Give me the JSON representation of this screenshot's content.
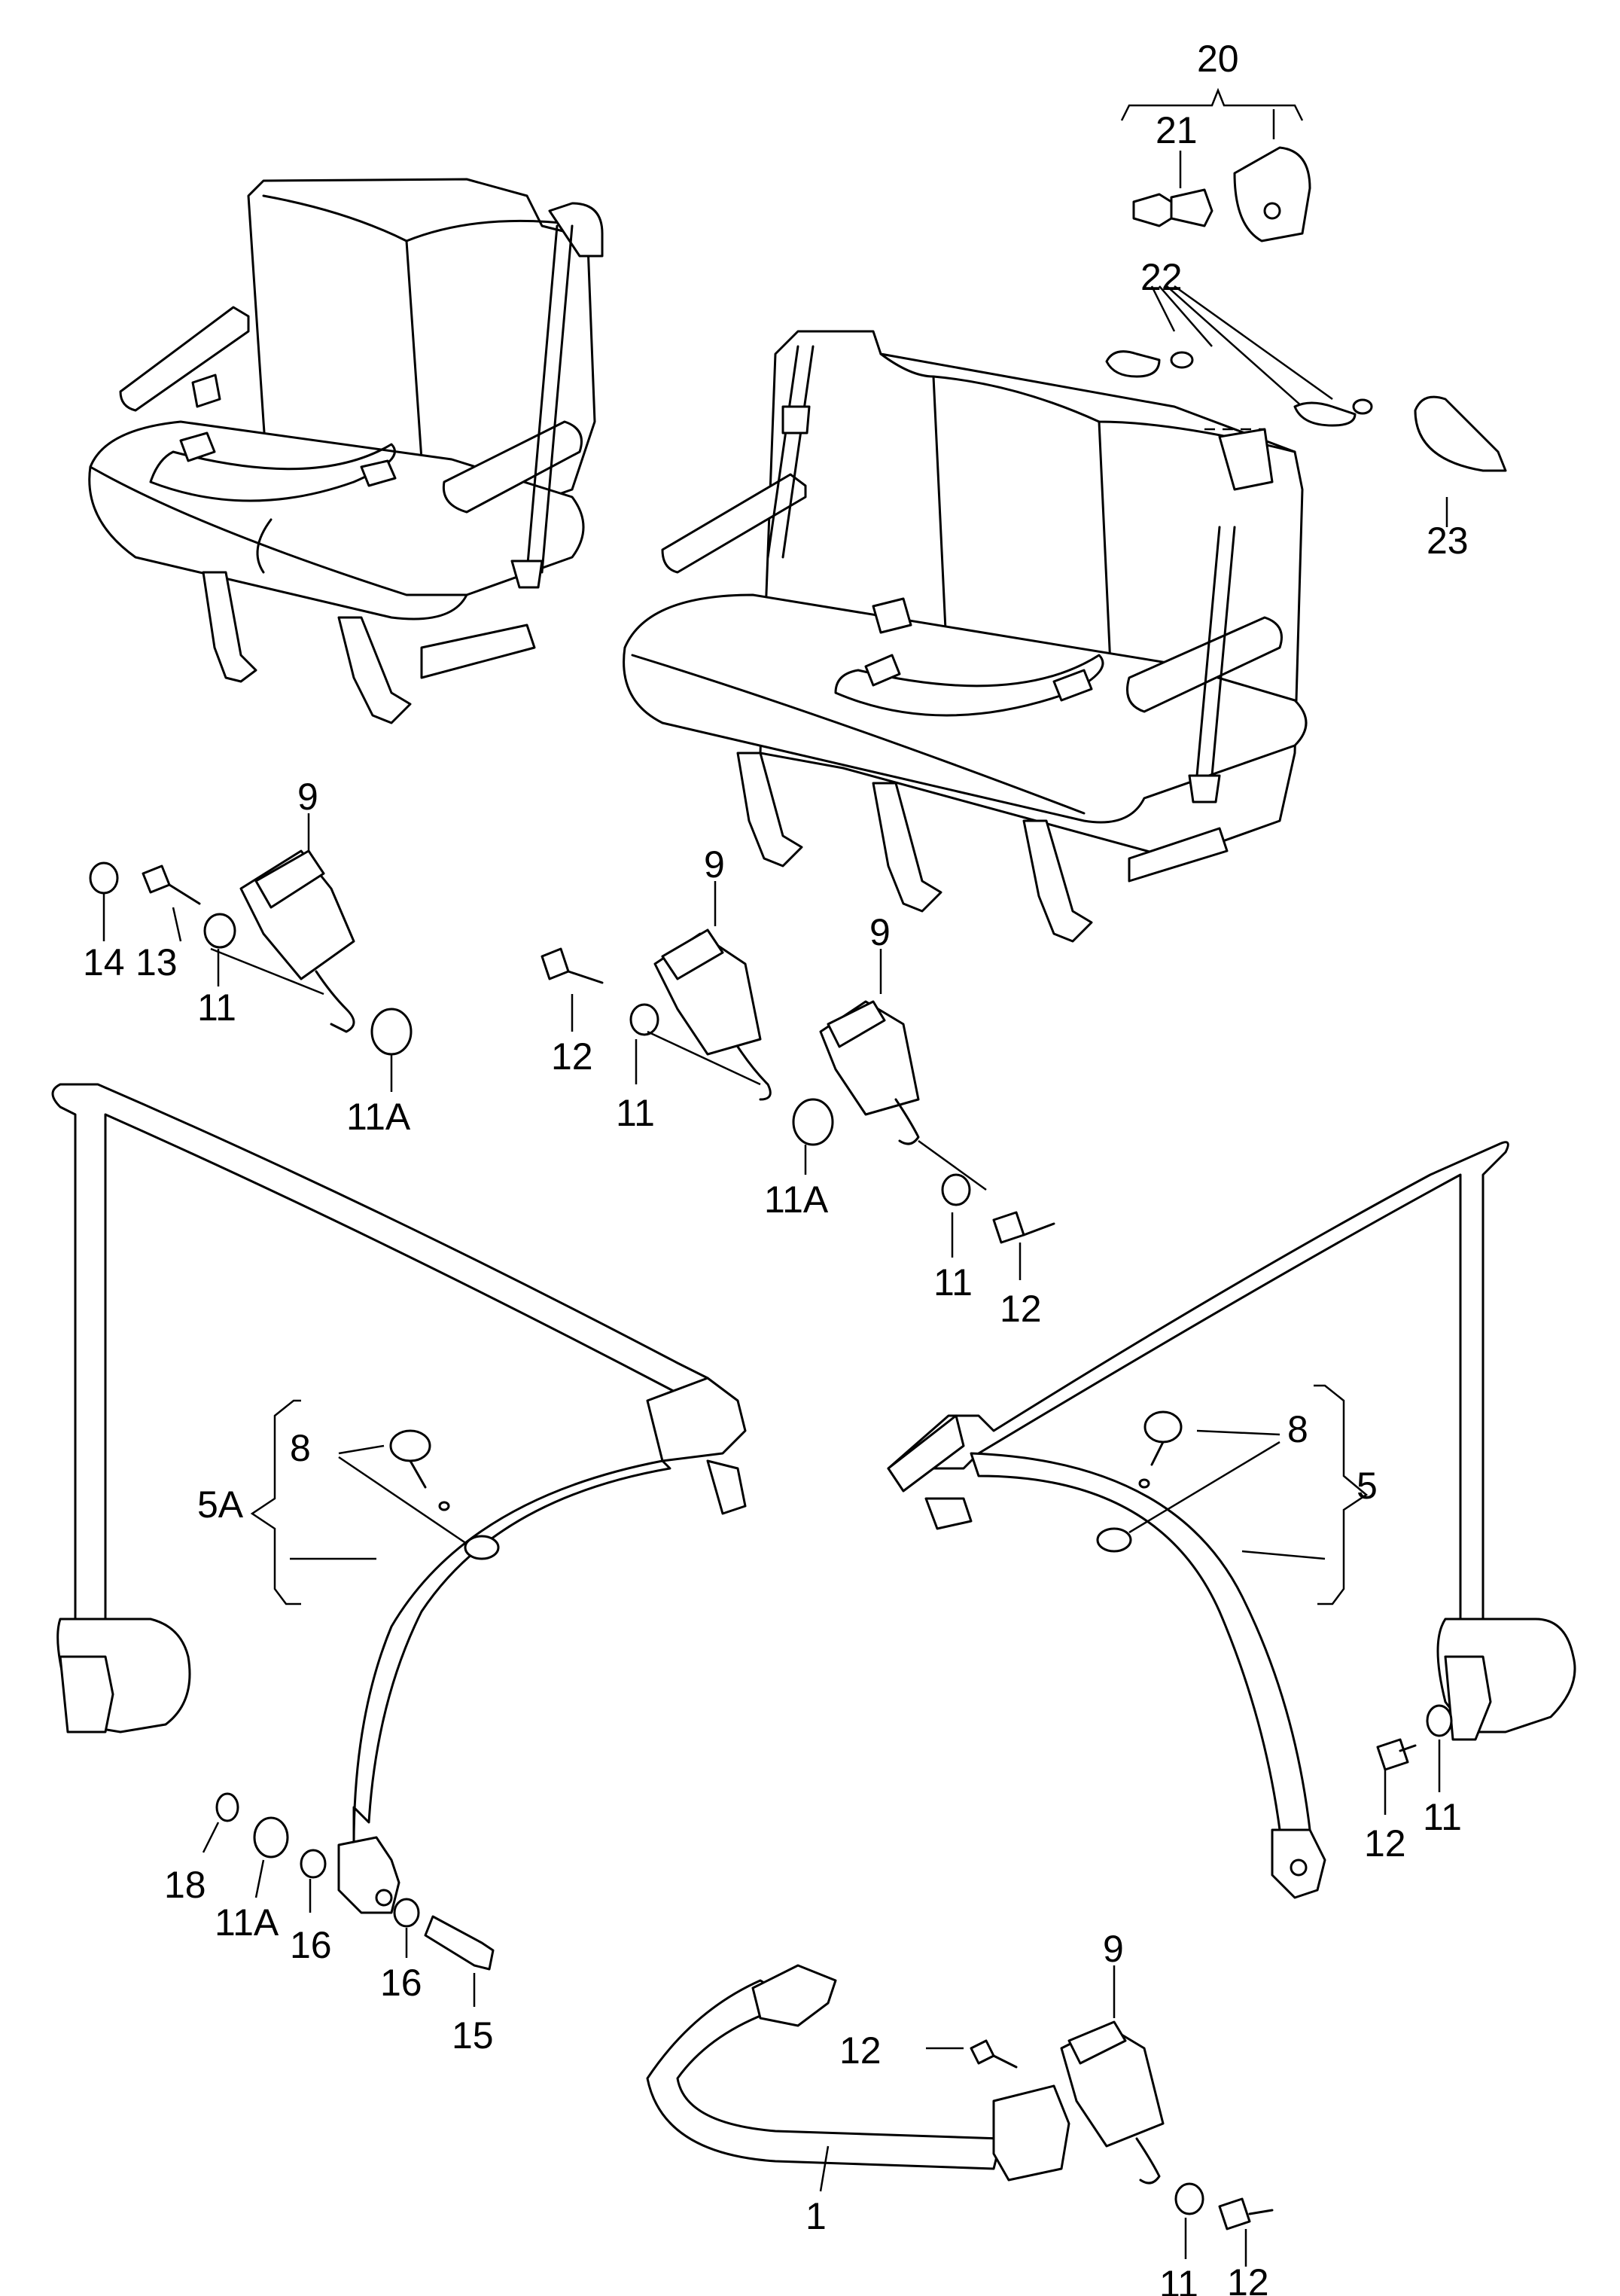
{
  "callouts": [
    {
      "id": "c20",
      "text": "20"
    },
    {
      "id": "c21",
      "text": "21"
    },
    {
      "id": "c22",
      "text": "22"
    },
    {
      "id": "c23",
      "text": "23"
    },
    {
      "id": "c9a",
      "text": "9"
    },
    {
      "id": "c14",
      "text": "14"
    },
    {
      "id": "c13",
      "text": "13"
    },
    {
      "id": "c11a",
      "text": "11"
    },
    {
      "id": "c11Aa",
      "text": "11A"
    },
    {
      "id": "c9b",
      "text": "9"
    },
    {
      "id": "c9c",
      "text": "9"
    },
    {
      "id": "c12a",
      "text": "12"
    },
    {
      "id": "c11b",
      "text": "11"
    },
    {
      "id": "c11Ab",
      "text": "11A"
    },
    {
      "id": "c11c",
      "text": "11"
    },
    {
      "id": "c12b",
      "text": "12"
    },
    {
      "id": "c8a",
      "text": "8"
    },
    {
      "id": "c5A",
      "text": "5A"
    },
    {
      "id": "c8b",
      "text": "8"
    },
    {
      "id": "c5",
      "text": "5"
    },
    {
      "id": "c18",
      "text": "18"
    },
    {
      "id": "c11Ac",
      "text": "11A"
    },
    {
      "id": "c16a",
      "text": "16"
    },
    {
      "id": "c16b",
      "text": "16"
    },
    {
      "id": "c15",
      "text": "15"
    },
    {
      "id": "c12c",
      "text": "12"
    },
    {
      "id": "c11d",
      "text": "11"
    },
    {
      "id": "c9d",
      "text": "9"
    },
    {
      "id": "c12d",
      "text": "12"
    },
    {
      "id": "c1",
      "text": "1"
    },
    {
      "id": "c11e",
      "text": "11"
    },
    {
      "id": "c12e",
      "text": "12"
    }
  ]
}
